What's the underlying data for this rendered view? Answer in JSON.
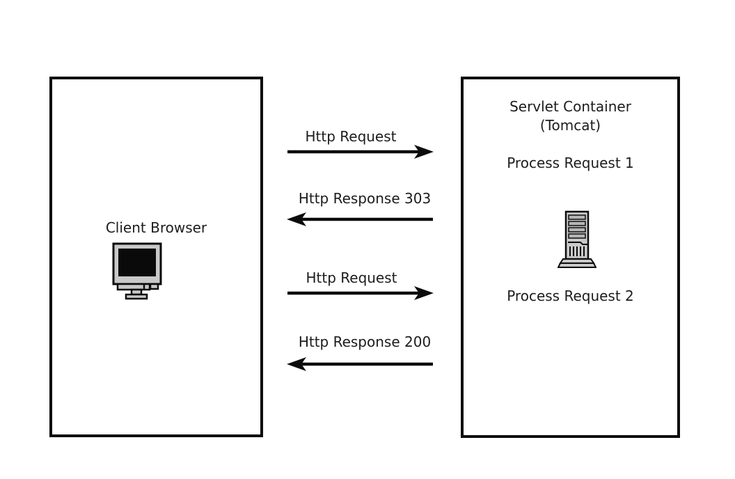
{
  "client_box": {
    "label": "Client Browser",
    "icon": "desktop-monitor-icon"
  },
  "server_box": {
    "title_line1": "Servlet Container",
    "title_line2": "(Tomcat)",
    "process_request_1": "Process Request 1",
    "process_request_2": "Process Request 2",
    "icon": "server-tower-icon"
  },
  "messages": [
    {
      "label": "Http Request",
      "direction": "right"
    },
    {
      "label": "Http Response 303",
      "direction": "left"
    },
    {
      "label": "Http Request",
      "direction": "right"
    },
    {
      "label": "Http Response 200",
      "direction": "left"
    }
  ],
  "colors": {
    "line": "#0c0c0c",
    "text": "#1c1c1c",
    "icon_fill": "#c9c9c9",
    "icon_slat_fill": "#b5b5b5",
    "icon_screen": "#0a0a0a",
    "background": "#ffffff"
  }
}
